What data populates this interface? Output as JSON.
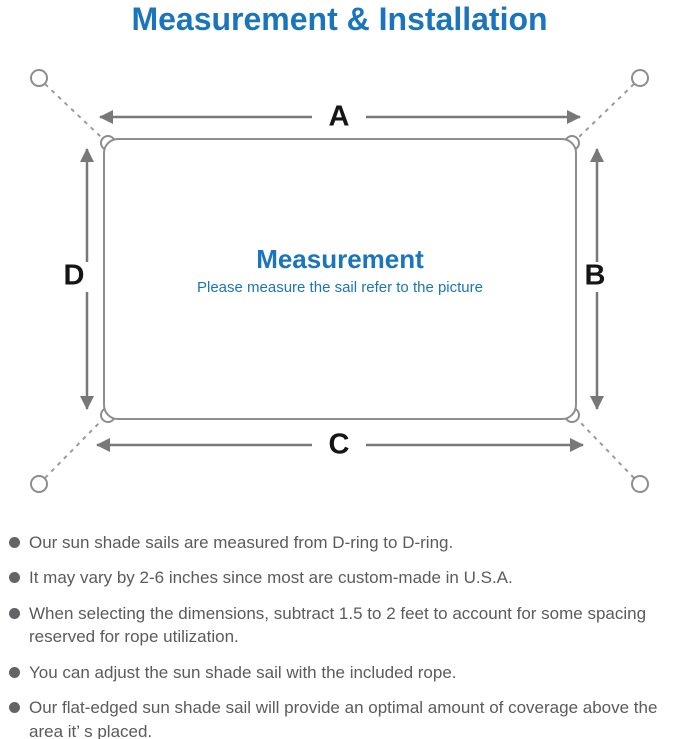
{
  "title": "Measurement & Installation",
  "diagram": {
    "labels": {
      "top": "A",
      "right": "B",
      "bottom": "C",
      "left": "D"
    },
    "center": {
      "heading": "Measurement",
      "subtitle": "Please measure the sail refer to the picture"
    },
    "colors": {
      "accent_blue": "#1b75bc",
      "outline_gray": "#8d8d8d",
      "arrow_gray": "#787878",
      "dash_gray": "#9b9b9b",
      "body_text_gray": "#5a5b5d"
    }
  },
  "bullets": [
    "Our sun shade sails are measured from D-ring to D-ring.",
    "It may vary by 2-6 inches since most are custom-made in U.S.A.",
    "When selecting the dimensions, subtract 1.5 to 2 feet to account for some spacing reserved for rope utilization.",
    "You can adjust the sun shade sail with the included rope.",
    "Our flat-edged sun shade sail will provide an optimal amount of coverage above the area it’ s placed."
  ]
}
